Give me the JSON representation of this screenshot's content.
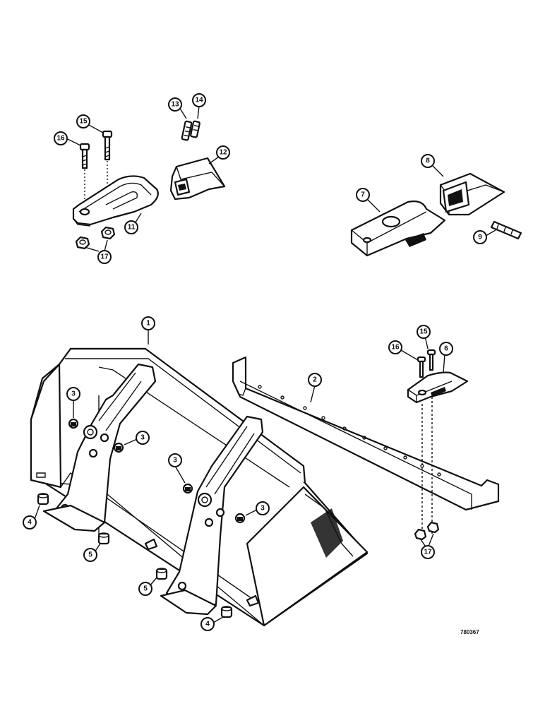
{
  "figure": {
    "reference_number": "780367"
  },
  "callouts": [
    {
      "id": "c1",
      "label": "1"
    },
    {
      "id": "c2",
      "label": "2"
    },
    {
      "id": "c3a",
      "label": "3"
    },
    {
      "id": "c3b",
      "label": "3"
    },
    {
      "id": "c3c",
      "label": "3"
    },
    {
      "id": "c3d",
      "label": "3"
    },
    {
      "id": "c4a",
      "label": "4"
    },
    {
      "id": "c4b",
      "label": "4"
    },
    {
      "id": "c5a",
      "label": "5"
    },
    {
      "id": "c5b",
      "label": "5"
    },
    {
      "id": "c6",
      "label": "6"
    },
    {
      "id": "c7",
      "label": "7"
    },
    {
      "id": "c8",
      "label": "8"
    },
    {
      "id": "c9",
      "label": "9"
    },
    {
      "id": "c11",
      "label": "11"
    },
    {
      "id": "c12",
      "label": "12"
    },
    {
      "id": "c13",
      "label": "13"
    },
    {
      "id": "c14",
      "label": "14"
    },
    {
      "id": "c15a",
      "label": "15"
    },
    {
      "id": "c15b",
      "label": "15"
    },
    {
      "id": "c16a",
      "label": "16"
    },
    {
      "id": "c16b",
      "label": "16"
    },
    {
      "id": "c17a",
      "label": "17"
    },
    {
      "id": "c17b",
      "label": "17"
    }
  ]
}
